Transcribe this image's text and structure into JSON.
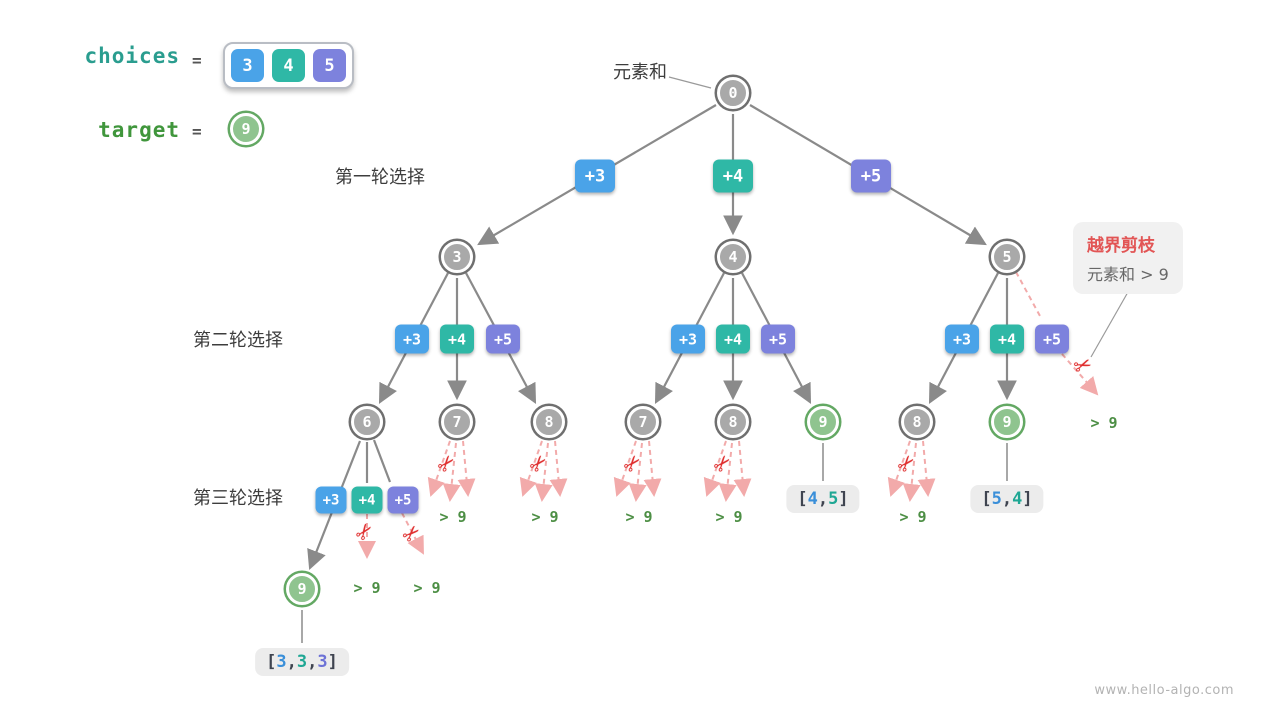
{
  "colors": {
    "blue": "#4aa3e8",
    "teal": "#2fb8a6",
    "purple": "#7d82dd",
    "node_gray": "#a9a9a9",
    "node_green": "#8fc48f",
    "prune_pink": "#f2aaaa",
    "scissors_red": "#e03131",
    "exceed_green": "#4d8f45",
    "callout_red": "#e25555",
    "edge_gray": "#8a8a8a"
  },
  "legend": {
    "choices_label": "choices",
    "equals_sign": "=",
    "choices": [
      "3",
      "4",
      "5"
    ],
    "target_label": "target",
    "target_value": "9"
  },
  "labels": {
    "sum_label": "元素和",
    "round1": "第一轮选择",
    "round2": "第二轮选择",
    "round3": "第三轮选择"
  },
  "callout": {
    "title": "越界剪枝",
    "desc": "元素和 > 9"
  },
  "prune": {
    "exceed": "> 9",
    "scissors_icon": "✂"
  },
  "tree": {
    "root": "0",
    "l1_edges": [
      "+3",
      "+4",
      "+5"
    ],
    "l1_nodes": [
      "3",
      "4",
      "5"
    ],
    "l2_edges": [
      "+3",
      "+4",
      "+5",
      "+3",
      "+4",
      "+5",
      "+3",
      "+4",
      "+5"
    ],
    "l2_nodes": [
      "6",
      "7",
      "8",
      "7",
      "8",
      "9",
      "8",
      "9"
    ],
    "l3_edges": [
      "+3",
      "+4",
      "+5"
    ],
    "l3_node": "9"
  },
  "results": {
    "r45": [
      "[",
      "4",
      ",",
      "5",
      "]"
    ],
    "r54": [
      "[",
      "5",
      ",",
      "4",
      "]"
    ],
    "r333": [
      "[",
      "3",
      ",",
      "3",
      ",",
      "3",
      "]"
    ]
  },
  "watermark": "www.hello-algo.com"
}
